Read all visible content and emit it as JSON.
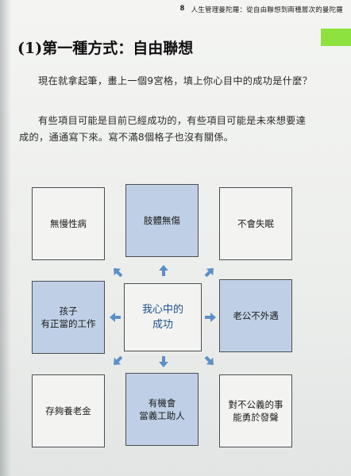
{
  "header": {
    "page_number": "8",
    "running_title": "人生管理曼陀羅：從自由聯想到兩種層次的曼陀羅"
  },
  "section_title": "(1)第一種方式：自由聯想",
  "paragraphs": [
    "現在就拿起筆，畫上一個9宮格，填上你心目中的成功是什麼？",
    "有些項目可能是目前已經成功的，有些項目可能是未來想要達成的，通通寫下來。寫不滿8個格子也沒有關係。"
  ],
  "mandala": {
    "center": "我心中的\n成功",
    "cells": {
      "top_left": "無慢性病",
      "top_center": "肢體無傷",
      "top_right": "不會失眠",
      "middle_left": "孩子\n有正當的工作",
      "middle_right": "老公不外遇",
      "bottom_left": "存夠養老金",
      "bottom_center": "有機會\n當義工助人",
      "bottom_right": "對不公義的事\n能勇於發聲"
    }
  },
  "colors": {
    "highlight_cell": "#bfd0e6",
    "arrow": "#5b8fc7",
    "center_text": "#1f4f8c",
    "tab_accent": "#8ee23e"
  },
  "icons": {
    "arrow": "arrow-icon"
  }
}
